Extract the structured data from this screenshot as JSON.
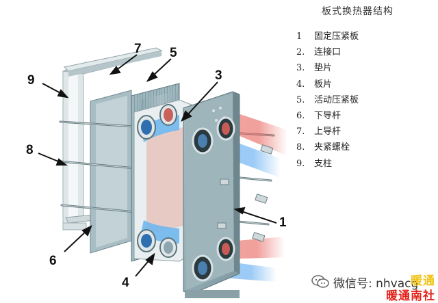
{
  "title": "板式换热器结构",
  "legend": [
    {
      "num": "1",
      "text": "固定压紧板"
    },
    {
      "num": "2.",
      "text": "连接口"
    },
    {
      "num": "3.",
      "text": "垫片"
    },
    {
      "num": "4.",
      "text": "板片"
    },
    {
      "num": "5.",
      "text": "活动压紧板"
    },
    {
      "num": "6.",
      "text": "下导杆"
    },
    {
      "num": "7.",
      "text": "上导杆"
    },
    {
      "num": "8.",
      "text": "夹紧螺栓"
    },
    {
      "num": "9.",
      "text": "支柱"
    }
  ],
  "callouts": {
    "c1": "1",
    "c3": "3",
    "c4": "4",
    "c5": "5",
    "c6": "6",
    "c7": "7",
    "c8": "8",
    "c9": "9"
  },
  "wechat": {
    "text": "微信号: nhvacg",
    "icon": "wechat-icon"
  },
  "watermark": {
    "line1": "暖通",
    "line2": "暖通南社"
  },
  "colors": {
    "hot": "#d9372f",
    "cold": "#2a7fd8",
    "plate": "#8fa9b1",
    "frame": "#c9d4d6",
    "accent_yellow": "#f0c418",
    "accent_red": "#e2231a"
  }
}
